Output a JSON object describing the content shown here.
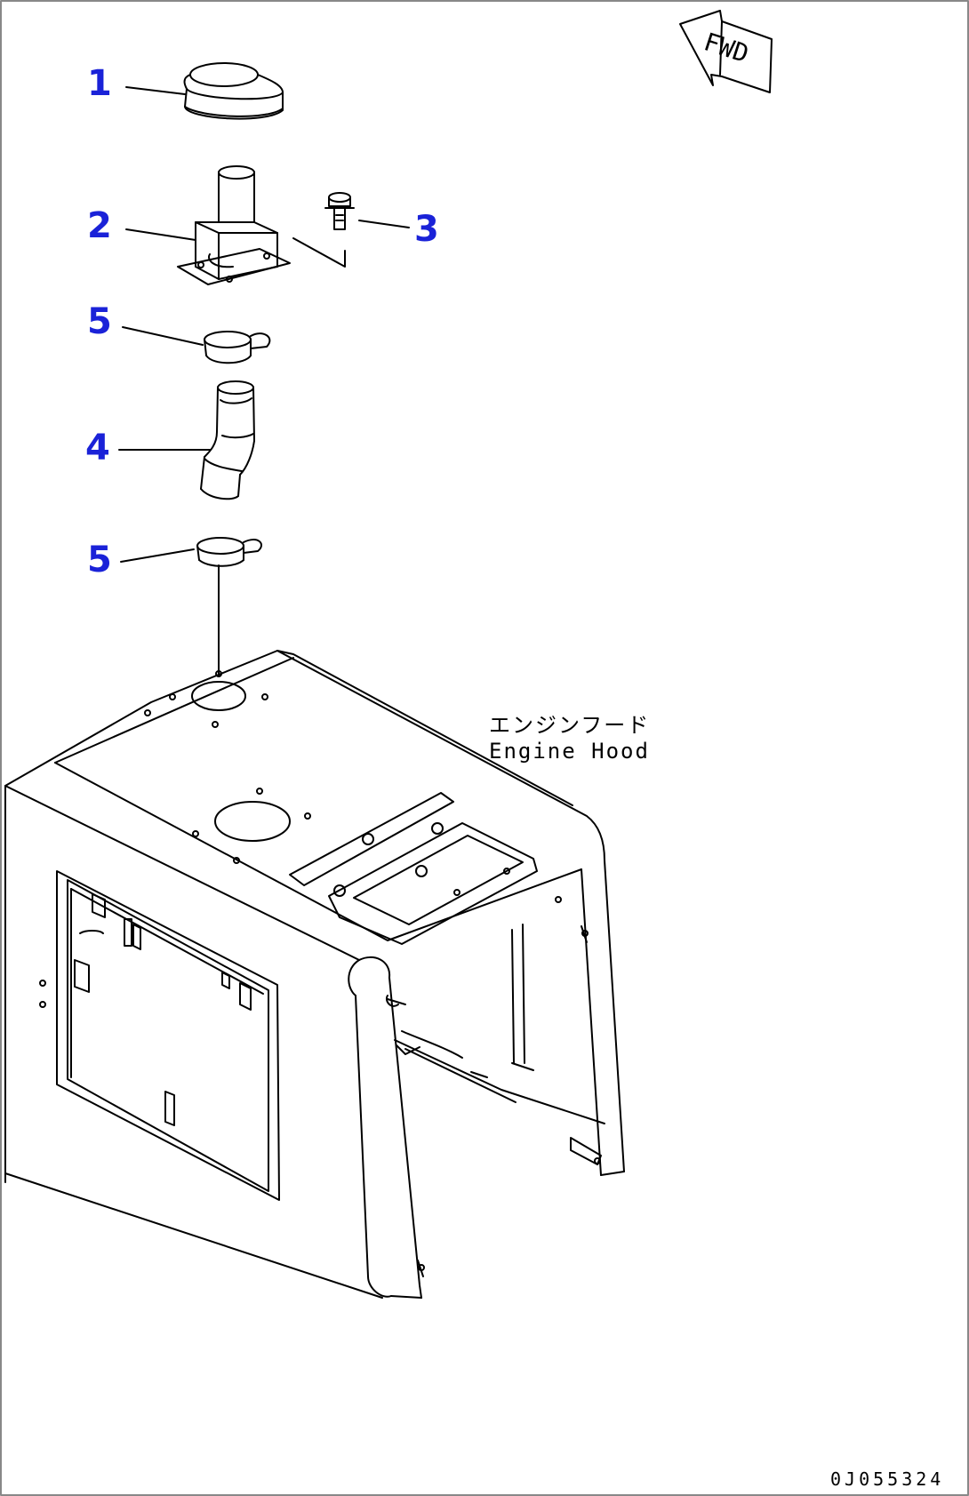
{
  "callouts": {
    "part_1": "1",
    "part_2": "2",
    "part_3": "3",
    "part_4": "4",
    "part_5_upper": "5",
    "part_5_lower": "5"
  },
  "direction_marker": {
    "text": "FWD",
    "icon": "forward-arrow-icon"
  },
  "hood_label": {
    "japanese": "エンジンフード",
    "english": "Engine Hood"
  },
  "drawing_number": "0J055324",
  "colors": {
    "callout": "#1a22d8",
    "line": "#000000",
    "background": "#ffffff"
  }
}
